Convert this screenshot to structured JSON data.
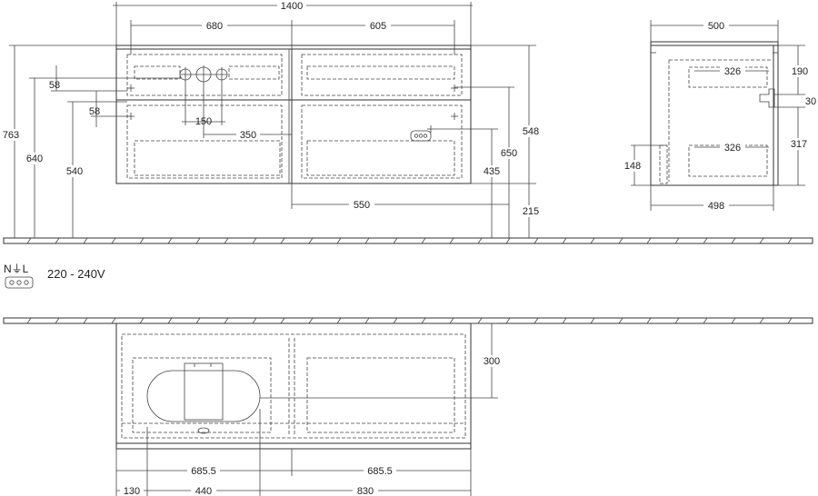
{
  "front_view": {
    "width": "1400",
    "left_section": "680",
    "right_section": "605",
    "offset_58_a": "58",
    "offset_58_b": "58",
    "spacing_150": "150",
    "dim_350": "350",
    "dim_550": "550",
    "h_763": "763",
    "h_640": "640",
    "h_540": "540",
    "h_548": "548",
    "h_650": "650",
    "h_435": "435",
    "h_215": "215"
  },
  "side_view": {
    "depth_top": "500",
    "depth_bottom": "498",
    "shelf_upper": "326",
    "shelf_lower": "326",
    "h_190": "190",
    "h_30": "30",
    "h_317": "317",
    "h_148": "148"
  },
  "electrical": {
    "symbol_label": "N⏚L",
    "voltage": "220 - 240V"
  },
  "plan_view": {
    "depth_300": "300",
    "half_left": "685.5",
    "half_right": "685.5",
    "offset_130": "130",
    "basin_440": "440",
    "rest_830": "830"
  }
}
